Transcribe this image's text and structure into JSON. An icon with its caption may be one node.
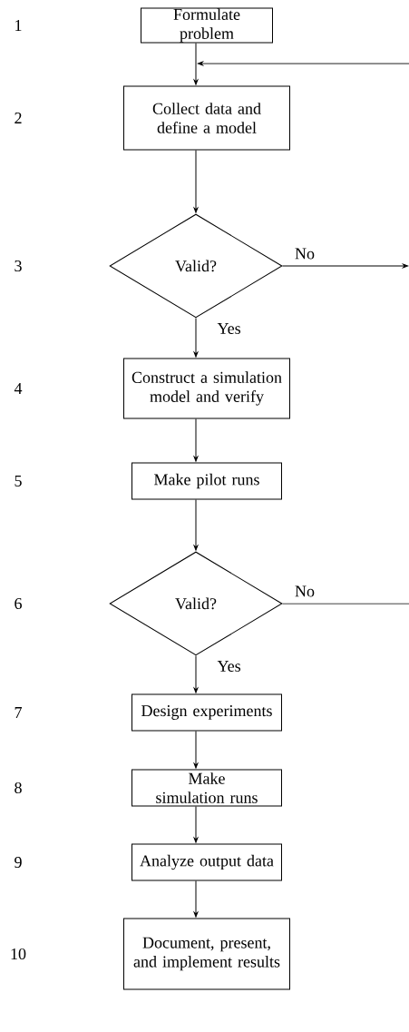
{
  "diagram": {
    "nodes": [
      {
        "text": [
          "Formulate problem"
        ]
      },
      {
        "text": [
          "Collect data and define a model"
        ]
      },
      {
        "text": [
          "Valid?"
        ]
      },
      {
        "text": [
          "Construct a simulation model and verify"
        ]
      },
      {
        "text": [
          "Make pilot runs"
        ]
      },
      {
        "text": [
          "Valid?"
        ]
      },
      {
        "text": [
          "Design experiments"
        ]
      },
      {
        "text": [
          "Make simulation runs"
        ]
      },
      {
        "text": [
          "Analyze output data"
        ]
      },
      {
        "text": [
          "Document, present, and implement results"
        ]
      }
    ],
    "edges": [
      {
        "from": 0,
        "to": 1,
        "arrow": "to"
      },
      {
        "from": 1,
        "to": 2,
        "arrow": "to"
      },
      {
        "from": 2,
        "to": 3,
        "arrow": "to",
        "label": "Yes"
      },
      {
        "from": 3,
        "to": 4,
        "arrow": "to"
      },
      {
        "from": 4,
        "to": 5,
        "arrow": "to"
      },
      {
        "from": 5,
        "to": 6,
        "arrow": "to",
        "label": "Yes"
      },
      {
        "from": 6,
        "to": 7,
        "arrow": "to"
      },
      {
        "from": 7,
        "to": 8,
        "arrow": "to"
      },
      {
        "from": 8,
        "to": 9,
        "arrow": "to"
      },
      {
        "from": 2,
        "to": null,
        "arrow": "to",
        "label": "No"
      },
      {
        "from": 5,
        "to": null,
        "arrow": "none",
        "label": "No"
      },
      {
        "from": null,
        "to": 1,
        "arrow": "to"
      }
    ],
    "labels": [
      "1",
      "2",
      "3",
      "4",
      "5",
      "6",
      "7",
      "8",
      "9",
      "10"
    ]
  }
}
